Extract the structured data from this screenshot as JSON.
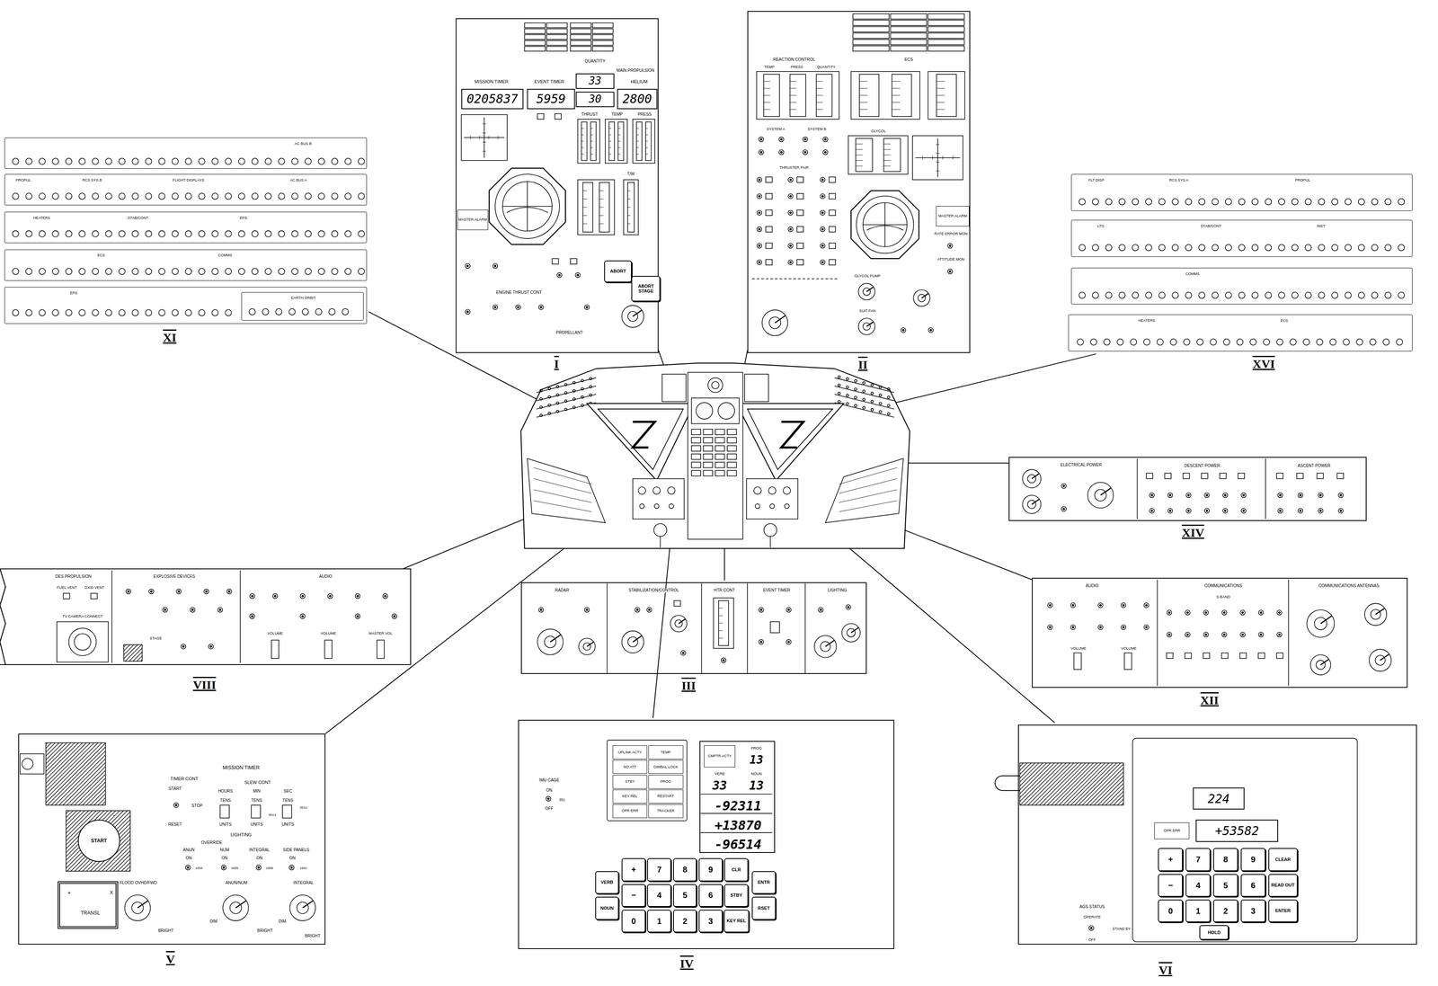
{
  "diagram": {
    "nodes": [
      {
        "text": [
          "I",
          "MISSION TIMER",
          "EVENT TIMER",
          "QUANTITY",
          "MAIN PROPULSION",
          "HELIUM",
          "THRUST",
          "TEMP",
          "PRESS",
          "T/W",
          "ENGINE THRUST CONT",
          "PROPELLANT"
        ]
      },
      {
        "text": [
          "0205837"
        ],
        "in": 0
      },
      {
        "text": [
          "5959"
        ],
        "in": 0
      },
      {
        "text": [
          "33"
        ],
        "in": 0
      },
      {
        "text": [
          "30"
        ],
        "in": 0
      },
      {
        "text": [
          "2800"
        ],
        "in": 0
      },
      {
        "text": [
          "MASTER ALARM"
        ],
        "in": 0
      },
      {
        "text": [
          "ABORT"
        ],
        "in": 0
      },
      {
        "text": [
          "ABORT STAGE"
        ],
        "in": 0
      },
      {
        "text": [
          "II",
          "REACTION CONTROL",
          "TEMP",
          "PRESS",
          "QUANTITY",
          "ECS",
          "SYSTEM A",
          "SYSTEM B",
          "THRUSTER PAIR",
          "GLYCOL",
          "GLYCOL PUMP",
          "SUIT FAN",
          "RATE ERROR MON",
          "ATTITUDE MON"
        ]
      },
      {
        "text": [
          "MASTER ALARM"
        ],
        "in": 9
      },
      {
        "text": [
          "XI"
        ]
      },
      {
        "text": [
          "AC BUS B"
        ],
        "in": 11
      },
      {
        "text": [
          "PROPUL",
          "RCS SYS B",
          "FLIGHT DISPLAYS",
          "AC BUS A"
        ],
        "in": 11
      },
      {
        "text": [
          "HEATERS",
          "STAB/CONT",
          "EPS"
        ],
        "in": 11
      },
      {
        "text": [
          "ECS",
          "COMMS"
        ],
        "in": 11
      },
      {
        "text": [
          "EPS"
        ],
        "in": 11
      },
      {
        "text": [
          "EARTH ORBIT"
        ],
        "in": 16
      },
      {
        "text": [
          "XVI"
        ]
      },
      {
        "text": [
          "FLT DISP",
          "RCS SYS A",
          "PROPUL"
        ],
        "in": 18
      },
      {
        "text": [
          "LTG",
          "STAB/CONT",
          "INST"
        ],
        "in": 18
      },
      {
        "text": [
          "COMMS"
        ],
        "in": 18
      },
      {
        "text": [
          "HEATERS",
          "ECS"
        ],
        "in": 18
      },
      {
        "text": [
          "XIV",
          "ELECTRICAL POWER",
          "DESCENT POWER",
          "ASCENT POWER"
        ]
      },
      {
        "text": [
          "VIII",
          "DES PROPULSION",
          "FUEL VENT",
          "OXID VENT",
          "EXPLOSIVE DEVICES",
          "AUDIO",
          "TV CAMERA CONNECT",
          "STAGE",
          "VOLUME",
          "VOLUME",
          "MASTER VOL"
        ]
      },
      {
        "text": [
          "III",
          "RADAR",
          "STABILIZATION/CONTROL",
          "HTR CONT",
          "EVENT TIMER",
          "LIGHTING"
        ]
      },
      {
        "text": [
          "XII",
          "AUDIO",
          "COMMUNICATIONS",
          "COMMUNICATIONS ANTENNAS",
          "S-BAND",
          "VOLUME",
          "VOLUME"
        ]
      },
      {
        "text": [
          "V",
          "MISSION TIMER",
          "TIMER CONT",
          "START",
          "STOP",
          "RESET",
          "SLEW CONT",
          "HOURS",
          "MIN",
          "SEC",
          "TENS",
          "TENS",
          "TENS",
          "UNITS",
          "UNITS",
          "UNITS",
          "9513",
          "9514",
          "LIGHTING",
          "OVERRIDE",
          "ANUN",
          "NUM",
          "INTEGRAL",
          "SIDE PANELS",
          "ON",
          "ON",
          "ON",
          "ON",
          "1654",
          "1655",
          "1656",
          "1651",
          "FLOOD OVHD/FWD",
          "ANUN/NUM",
          "INTEGRAL",
          "DIM",
          "BRIGHT",
          "DIM",
          "BRIGHT",
          "DIM",
          "BRIGHT"
        ]
      },
      {
        "text": [
          "START"
        ],
        "in": 27
      },
      {
        "text": [
          "+",
          "X",
          "TRANSL"
        ],
        "in": 27
      },
      {
        "text": [
          "IV",
          "IMU CAGE",
          "ON",
          "351",
          "OFF"
        ]
      },
      {
        "text": [
          "UPLINK ACTY"
        ],
        "in": 30
      },
      {
        "text": [
          "TEMP"
        ],
        "in": 30
      },
      {
        "text": [
          "NO ATT"
        ],
        "in": 30
      },
      {
        "text": [
          "GIMBAL LOCK"
        ],
        "in": 30
      },
      {
        "text": [
          "STBY"
        ],
        "in": 30
      },
      {
        "text": [
          "PROG"
        ],
        "in": 30
      },
      {
        "text": [
          "KEY REL"
        ],
        "in": 30
      },
      {
        "text": [
          "RESTART"
        ],
        "in": 30
      },
      {
        "text": [
          "OPR ERR"
        ],
        "in": 30
      },
      {
        "text": [
          "TRACKER"
        ],
        "in": 30
      },
      {
        "text": [
          "PROG",
          "13",
          "VERB",
          "NOUN",
          "33",
          "13",
          "-92311",
          "+13870",
          "-96514"
        ],
        "in": 30
      },
      {
        "text": [
          "CMPTR ACTY"
        ],
        "in": 41
      },
      {
        "text": [
          "+"
        ],
        "in": 30
      },
      {
        "text": [
          "7"
        ],
        "in": 30
      },
      {
        "text": [
          "8"
        ],
        "in": 30
      },
      {
        "text": [
          "9"
        ],
        "in": 30
      },
      {
        "text": [
          "CLR"
        ],
        "in": 30
      },
      {
        "text": [
          "VERB"
        ],
        "in": 30
      },
      {
        "text": [
          "ENTR"
        ],
        "in": 30
      },
      {
        "text": [
          "−"
        ],
        "in": 30
      },
      {
        "text": [
          "4"
        ],
        "in": 30
      },
      {
        "text": [
          "5"
        ],
        "in": 30
      },
      {
        "text": [
          "6"
        ],
        "in": 30
      },
      {
        "text": [
          "STBY"
        ],
        "in": 30
      },
      {
        "text": [
          "NOUN"
        ],
        "in": 30
      },
      {
        "text": [
          "RSET"
        ],
        "in": 30
      },
      {
        "text": [
          "0"
        ],
        "in": 30
      },
      {
        "text": [
          "1"
        ],
        "in": 30
      },
      {
        "text": [
          "2"
        ],
        "in": 30
      },
      {
        "text": [
          "3"
        ],
        "in": 30
      },
      {
        "text": [
          "KEY REL"
        ],
        "in": 30
      },
      {
        "text": [
          "VI",
          "AGS STATUS",
          "OPERATE",
          "STAND BY",
          "OFF"
        ]
      },
      {
        "text": [
          "224"
        ],
        "in": 62
      },
      {
        "text": [
          "OPR ERR"
        ],
        "in": 62
      },
      {
        "text": [
          "+53582"
        ],
        "in": 62
      },
      {
        "text": [
          "+"
        ],
        "in": 62
      },
      {
        "text": [
          "7"
        ],
        "in": 62
      },
      {
        "text": [
          "8"
        ],
        "in": 62
      },
      {
        "text": [
          "9"
        ],
        "in": 62
      },
      {
        "text": [
          "CLEAR"
        ],
        "in": 62
      },
      {
        "text": [
          "−"
        ],
        "in": 62
      },
      {
        "text": [
          "4"
        ],
        "in": 62
      },
      {
        "text": [
          "5"
        ],
        "in": 62
      },
      {
        "text": [
          "6"
        ],
        "in": 62
      },
      {
        "text": [
          "READ OUT"
        ],
        "in": 62
      },
      {
        "text": [
          "0"
        ],
        "in": 62
      },
      {
        "text": [
          "1"
        ],
        "in": 62
      },
      {
        "text": [
          "2"
        ],
        "in": 62
      },
      {
        "text": [
          "3"
        ],
        "in": 62
      },
      {
        "text": [
          "ENTER"
        ],
        "in": 62
      },
      {
        "text": [
          "HOLD"
        ],
        "in": 62
      }
    ]
  }
}
